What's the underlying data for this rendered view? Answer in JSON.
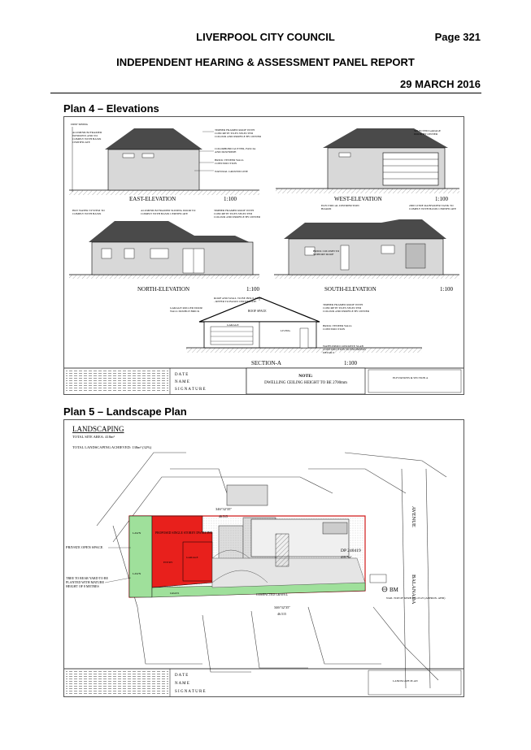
{
  "header": {
    "council": "LIVERPOOL CITY COUNCIL",
    "page": "Page 321",
    "report": "INDEPENDENT HEARING & ASSESSMENT PANEL REPORT",
    "date": "29 MARCH 2016"
  },
  "plan4": {
    "title": "Plan 4 – Elevations",
    "east": "EAST-ELEVATION",
    "west": "WEST-ELEVATION",
    "north": "NORTH-ELEVATION",
    "south": "SOUTH-ELEVATION",
    "section": "SECTION-A",
    "scale": "1:100",
    "note_title": "NOTE:",
    "note_text": "DWELLING CEILING HEIGHT TO BE 2700mm",
    "date_field": "D A T E",
    "name_field": "N A M E",
    "sig_field": "S I G N A T U R E",
    "elevations_tag": "ELEVATIONS & SECTION A",
    "callouts": {
      "windows": "ALUMINIUM FRAMED WINDOWS AND TO COMPLY WITH BASIX CERTIFICATE",
      "roof": "TIMBER FRAMED ROOF WITH CONCRETE TILES SELECTED COLOUR AND PROFILE BY OWNER",
      "gutter": "COLORBOND GUTTER, FASCIA AND DOWNPIPE",
      "brick": "BRICK VENEER WALL CONSTRUCTION",
      "ground": "NATURAL GROUND LINE",
      "garage": "SELECTED GARAGE DOOR BY OWNER",
      "hotwater": "HOT WATER SYSTEM TO COMPLY WITH BASIX",
      "sliding": "ALUMINIUM FRAMED SLIDING DOOR TO COMPLY WITH BASIX CERTIFICATE",
      "electrical": "ELECTRICAL DISTRIBUTION BOARD",
      "tank": "2000 LITRE RAINWATER TANK TO COMPLY WITH BASIX CERTIFICATE",
      "column": "BRICK COLUMN TO SUPPORT ROOF STRUCTURE",
      "insulated": "ROOF AND WALL TO BE INSULATED - REFER TO BASIX CERTIFICATE",
      "roller": "GARAGE ROLLER DOOR WALL DOUBLE BRICK",
      "roofspace": "ROOF SPACE",
      "garage_room": "GARAGE",
      "living": "LIVING",
      "slab": "WAFFLEPOD CONCRETE SLAB CONSTRUCTION TO ENGINEERS DETAILS"
    }
  },
  "plan5": {
    "title": "Plan 5 – Landscape Plan",
    "landscaping": "LANDSCAPING",
    "site_area": "TOTAL SITE AREA: 418m²",
    "total_landscaping": "TOTAL LANDSCAPING ACHIEVED: 138m² (32%)",
    "private_open": "PRIVATE OPEN SPACE",
    "tree_note": "TREE TO REAR YARD TO BE PLANTED WITH MATURE HEIGHT OF 8 METRES",
    "lawn": "LAWN",
    "grass": "GRASS",
    "compacted": "COMPACTED GRAVEL",
    "bearing_top": "346°32'35\"",
    "bearing_bottom": "346°32'35\"",
    "dim_top": "46.515",
    "dim_bottom": "46.515",
    "lot": "DP 240419",
    "area": "418.7m²",
    "avenue": "AVENUE",
    "balanada": "BALANADA",
    "bm": "BM",
    "bm_note": "NAIL TOP OF KERB RL=23.25 (APPROX. AHD)",
    "proposed": "PROPOSED SINGLE STOREY DWELLING",
    "garage": "GARAGE",
    "entry": "ENTRY",
    "landscape_tag": "LANDSCAPE PLAN",
    "date_field": "D A T E",
    "name_field": "N A M E",
    "sig_field": "S I G N A T U R E"
  },
  "colors": {
    "dwelling": "#e8201c",
    "lawn": "#9fe09b",
    "boundary": "#d01a1a"
  }
}
